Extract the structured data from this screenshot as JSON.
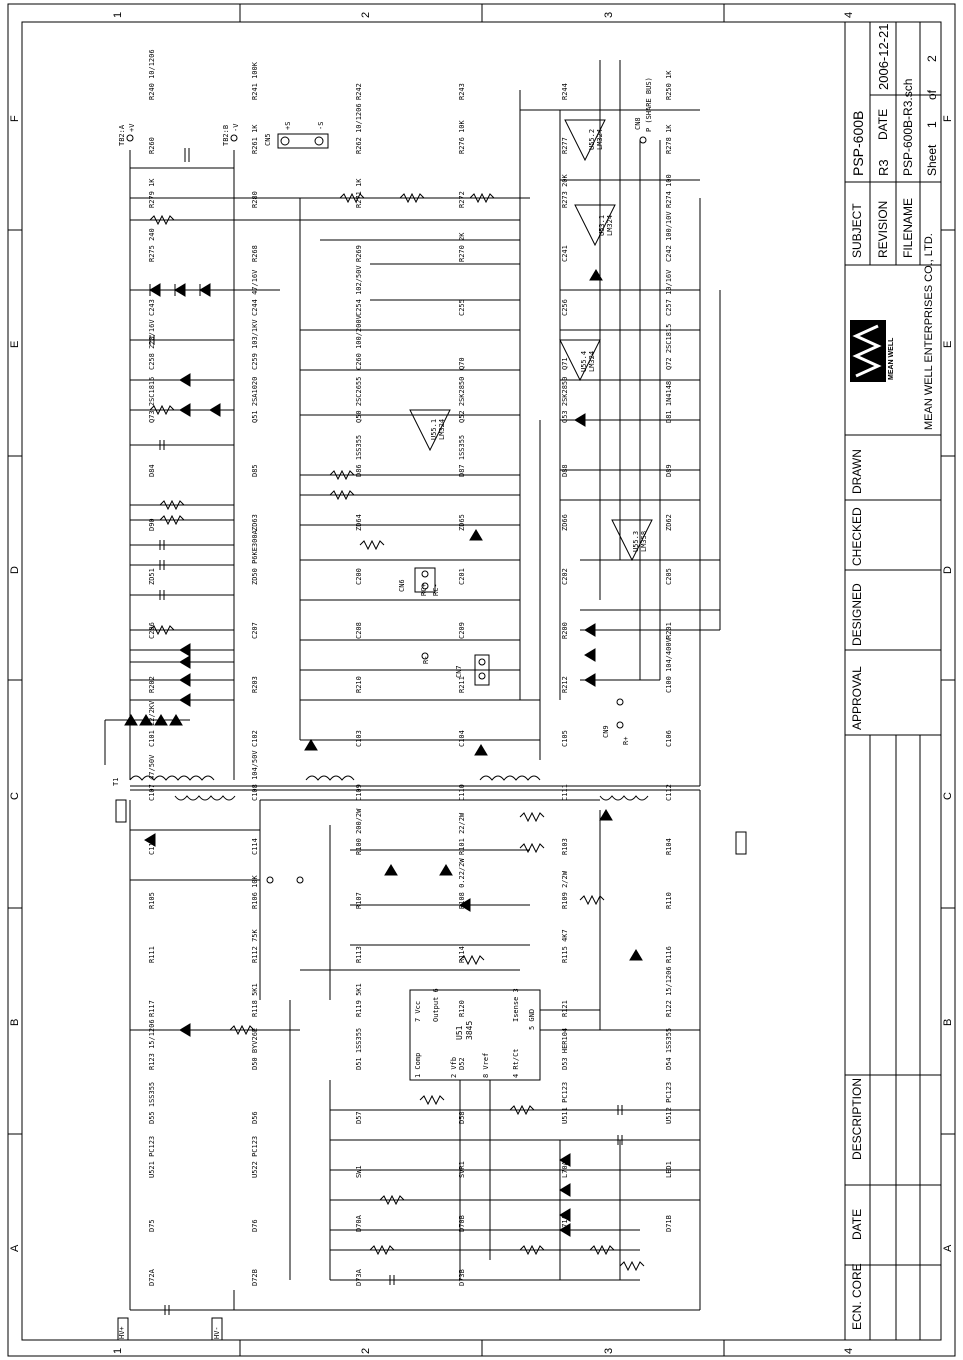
{
  "zones": {
    "top": [
      "1",
      "2",
      "3",
      "4"
    ],
    "bottom": [
      "1",
      "2",
      "3",
      "4"
    ],
    "left": [
      "F",
      "E",
      "D",
      "C",
      "B",
      "A"
    ],
    "right": [
      "F",
      "E",
      "D",
      "C",
      "B",
      "A"
    ]
  },
  "title_block": {
    "subject_label": "SUBJECT",
    "subject_value": "PSP-600B",
    "revision_label": "REVISION",
    "revision_value": "R3",
    "date_label": "DATE",
    "date_value": "2006-12-21",
    "filename_label": "FILENAME",
    "filename_value": "PSP-600B-R3.sch",
    "sheet_label": "Sheet",
    "sheet_value": "1",
    "sheet_of": "of",
    "sheet_total": "2",
    "company": "MEAN WELL ENTERPRISES CO., LTD.",
    "logo_text": "MEAN WELL",
    "drawn": "DRAWN",
    "checked": "CHECKED",
    "designed": "DESIGNED",
    "approval": "APPROVAL",
    "description": "DESCRIPTION",
    "date_col": "DATE",
    "ecn": "ECN. CORE"
  },
  "ics": [
    {
      "ref": "U51",
      "part": "3845",
      "pins": [
        "1 Comp",
        "2 Vfb",
        "8 Vref",
        "4 Rt/Ct",
        "7 Vcc",
        "Output 6",
        "Isense 3",
        "5 GND"
      ]
    },
    {
      "ref": "U55.1",
      "part": "LM324"
    },
    {
      "ref": "U53.1",
      "part": "LM324"
    },
    {
      "ref": "U55.4",
      "part": "LM324"
    },
    {
      "ref": "U55.2",
      "part": "LM324"
    },
    {
      "ref": "U55.3",
      "part": "LM358"
    }
  ],
  "connectors": [
    "CN5",
    "CN6",
    "CN7",
    "CN8",
    "CN9",
    "TB2:A",
    "TB2:B",
    "T1"
  ],
  "terminals": [
    "+V",
    "-V",
    "+S",
    "-S",
    "P (SHARE BUS)",
    "RC+",
    "RC-",
    "R+",
    "R-",
    "HV+",
    "HV-"
  ],
  "components": [
    "R240 10/1206",
    "R241 100K",
    "R242",
    "R243",
    "R244",
    "R250 1K",
    "R260",
    "R261 1K",
    "R262 10/1206",
    "R276 10K",
    "R277",
    "R278 1K",
    "R279 1K",
    "R280",
    "R271 1K",
    "R272",
    "R273 20K",
    "R274 100",
    "R275 240",
    "R268",
    "R269",
    "R270 2K",
    "C241",
    "C242 100/10V",
    "C243",
    "C244 47/16V",
    "C254 102/50V",
    "C255",
    "C256",
    "C257 10/16V",
    "C258 220/16V",
    "C259 103/1KV",
    "C260 100/200V",
    "Q70",
    "Q71",
    "Q72 2SC1815",
    "Q73 2SC1815",
    "Q51 2SA1020",
    "Q50 2SC2655",
    "Q52 2SK2850",
    "Q53 2SK2850",
    "D81 1N4148",
    "D84",
    "D85",
    "D86 1SS355",
    "D87 1SS355",
    "D88",
    "D89",
    "D90",
    "ZD63",
    "ZD64",
    "ZD65",
    "ZD66",
    "ZD62",
    "ZD51",
    "ZD50 P6KE300A",
    "C200",
    "C201",
    "C202",
    "C205",
    "C206",
    "C207",
    "C208",
    "C209",
    "R200",
    "R201",
    "R202",
    "R203",
    "R210",
    "R211",
    "R212",
    "C100 104/400V",
    "C101 22/2KV",
    "C102",
    "C103",
    "C104",
    "C105",
    "C106",
    "C107 47/50V",
    "C108 104/50V",
    "C109",
    "C110",
    "C111",
    "C112",
    "C113",
    "C114",
    "R100 200/2W",
    "R101 22/2W",
    "R103",
    "R104",
    "R105",
    "R106 10K",
    "R107",
    "R108 0.22/2W",
    "R109 2/2W",
    "R110",
    "R111",
    "R112 75K",
    "R113",
    "R114",
    "R115 4K7",
    "R116",
    "R117",
    "R118 5K1",
    "R119 5K1",
    "R120",
    "R121",
    "R122 15/1206",
    "R123 15/1206",
    "D50 BYV26E",
    "D51 1SS355",
    "D52",
    "D53 HER104",
    "D54 1SS355",
    "D55 1SS355",
    "D56",
    "D57",
    "D58",
    "U511 PC123",
    "U512 PC123",
    "U521 PC123",
    "U522 PC123",
    "SW1",
    "SVR1",
    "L70A",
    "LED1",
    "D75",
    "D76",
    "D70A",
    "D70B",
    "D71A",
    "D71B",
    "D72A",
    "D72B",
    "D73A",
    "D73B"
  ]
}
